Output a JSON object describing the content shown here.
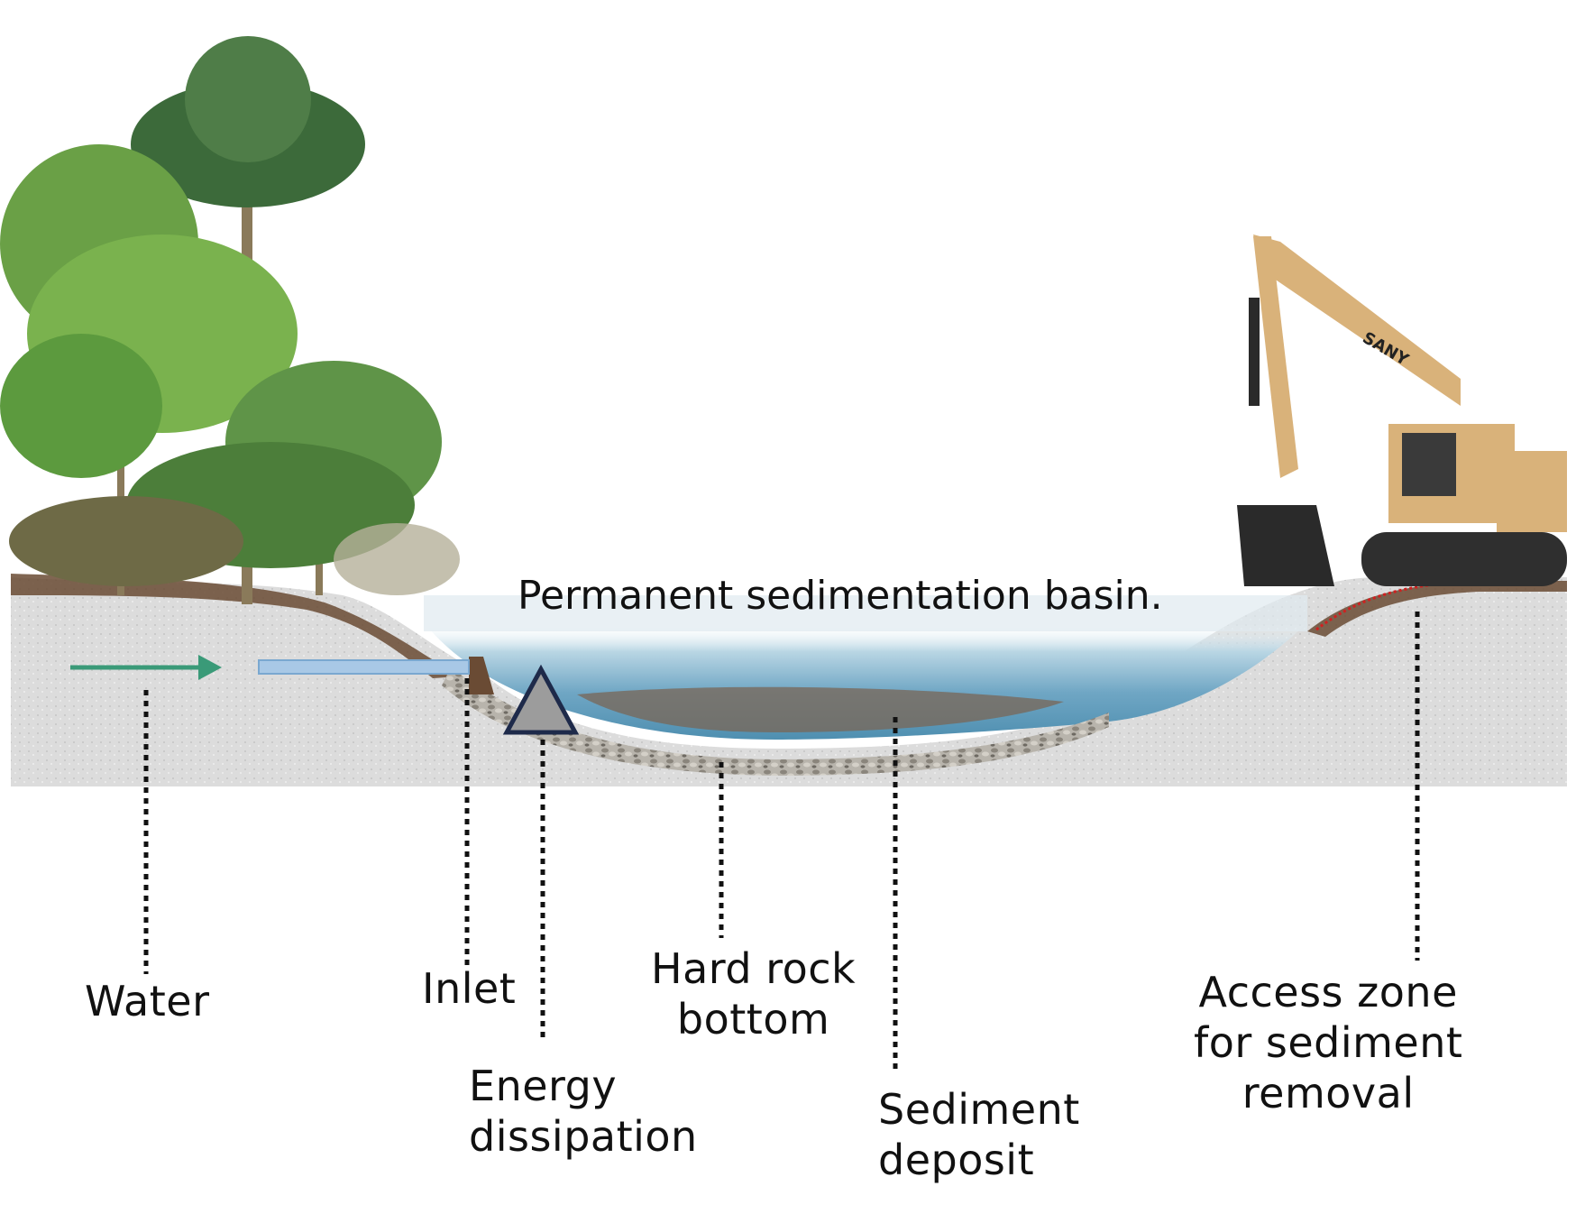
{
  "diagram": {
    "title": "Permanent sedimentation basin.",
    "labels": {
      "water": "Water",
      "inlet": "Inlet",
      "energy": [
        "Energy",
        "dissipation"
      ],
      "hard_rock": [
        "Hard rock",
        "bottom"
      ],
      "sediment": [
        "Sediment",
        "deposit"
      ],
      "access": [
        "Access zone",
        "for sediment",
        "removal"
      ]
    },
    "excavator_brand": "SANY"
  },
  "colors": {
    "flow_arrow": "#3a9a78",
    "pipe": "#a8c8e6",
    "pipe_border": "#7aa8d0",
    "triangle_stroke": "#1e2a4a",
    "leader": "#111111",
    "soil_red_line": "#d02020",
    "excavator_body": "#d9b27a",
    "excavator_dark": "#2a2a2a"
  }
}
